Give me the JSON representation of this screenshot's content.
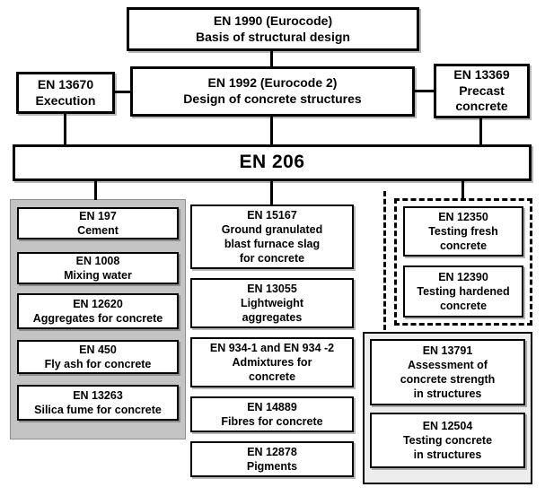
{
  "boxes": {
    "en1990": "EN 1990 (Eurocode)\nBasis of structural design",
    "en13670": "EN 13670\nExecution",
    "en1992": "EN 1992 (Eurocode 2)\nDesign of concrete structures",
    "en13369": "EN 13369\nPrecast\nconcrete",
    "en206": "EN 206",
    "left": [
      "EN 197\nCement",
      "EN 1008\nMixing water",
      "EN 12620\nAggregates for concrete",
      "EN 450\nFly ash for concrete",
      "EN 13263\nSilica fume for concrete"
    ],
    "middle": [
      "EN 15167\nGround granulated\nblast furnace slag\nfor concrete",
      "EN 13055\nLightweight\naggregates",
      "EN 934-1 and EN 934 -2\nAdmixtures for\nconcrete",
      "EN 14889\nFibres for concrete",
      "EN 12878\nPigments"
    ],
    "right_top": [
      "EN 12350\nTesting fresh\nconcrete",
      "EN 12390\nTesting hardened\nconcrete"
    ],
    "right_bottom": [
      "EN 13791\nAssessment of\nconcrete strength\nin structures",
      "EN 12504\nTesting concrete\nin structures"
    ]
  },
  "colors": {
    "border": "#000000",
    "panel_gray": "#c4c4c4",
    "background": "#ffffff"
  }
}
